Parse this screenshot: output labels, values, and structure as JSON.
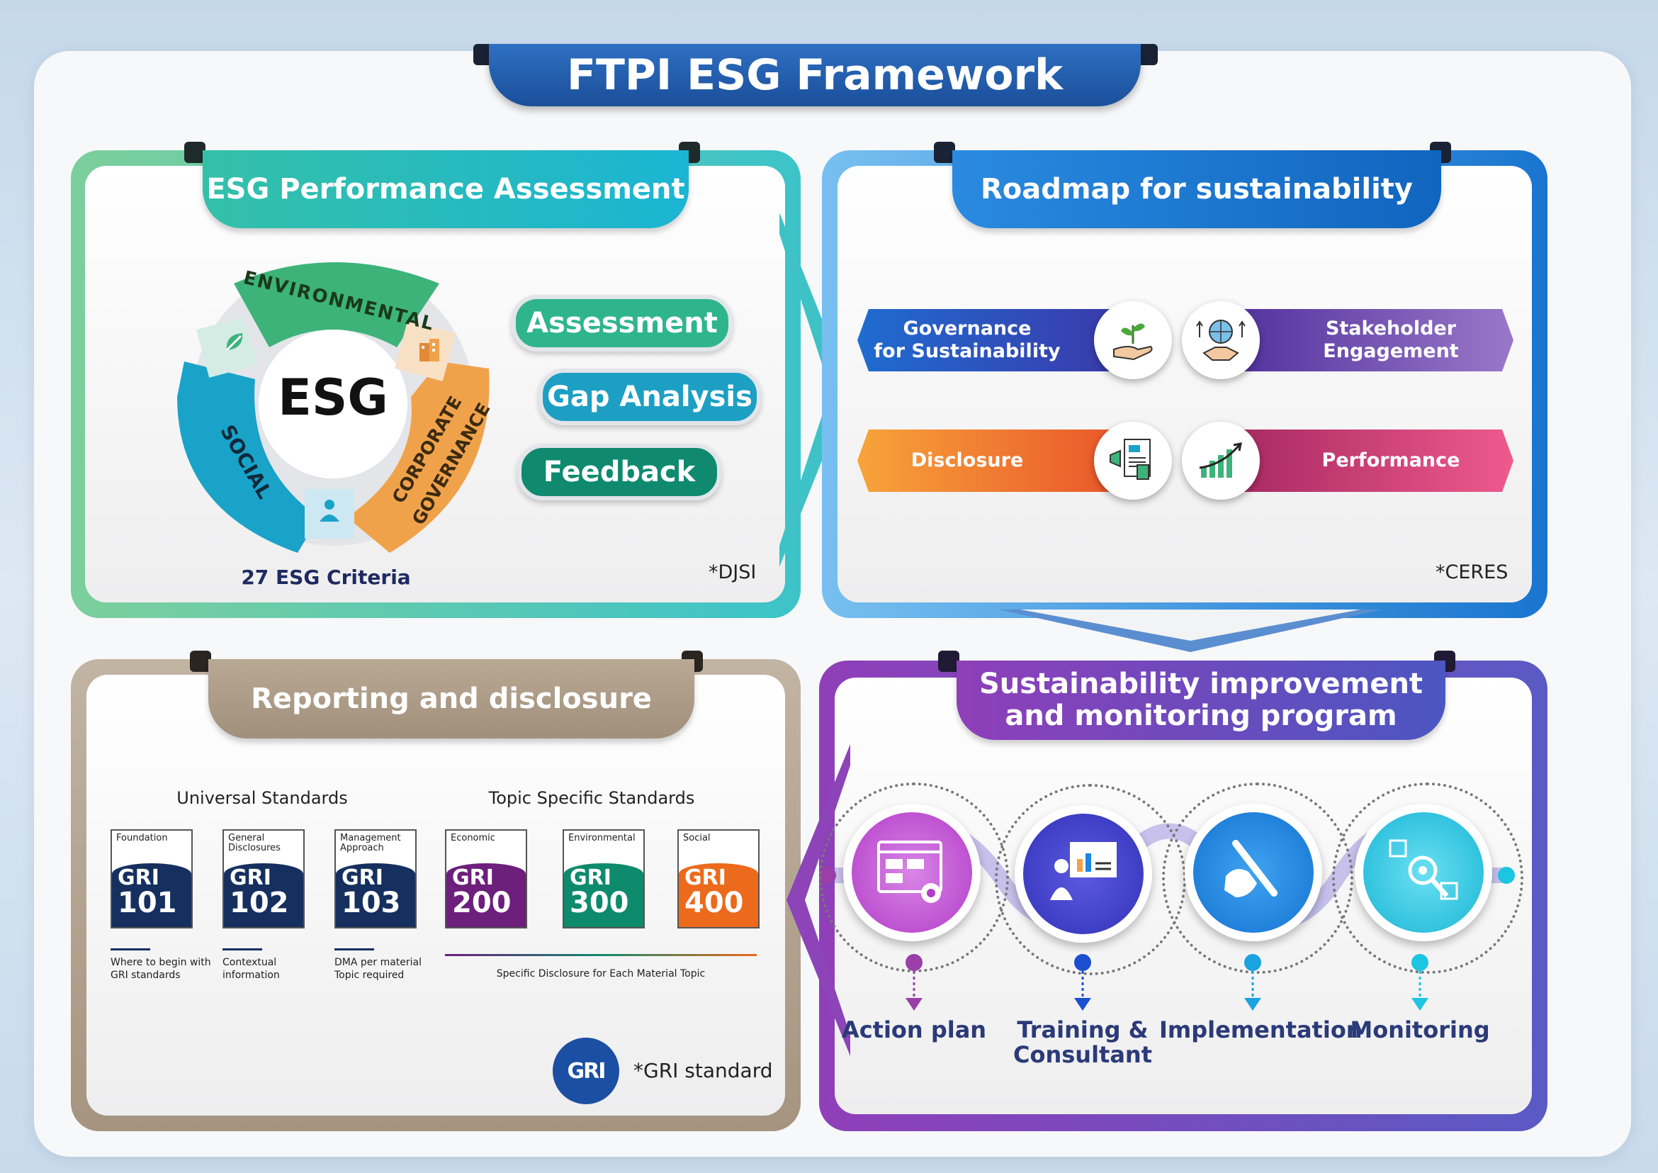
{
  "title": "FTPI ESG Framework",
  "assessment": {
    "title": "ESG Performance Assessment",
    "center_label": "ESG",
    "segments": [
      "ENVIRONMENTAL",
      "CORPORATE",
      "GOVERNANCE",
      "SOCIAL"
    ],
    "criteria_label": "27 ESG Criteria",
    "pills": [
      "Assessment",
      "Gap Analysis",
      "Feedback"
    ],
    "note": "*DJSI",
    "colors": {
      "environmental": "#3db37a",
      "governance": "#f0a24b",
      "social": "#1aa3c9",
      "assessment": "#2fb58c",
      "gap": "#1d9fc4",
      "feedback": "#0f8a6f"
    }
  },
  "roadmap": {
    "title": "Roadmap for sustainability",
    "items": [
      {
        "label_line1": "Governance",
        "label_line2": "for Sustainability",
        "icon": "plant-in-hand-icon"
      },
      {
        "label_line1": "Stakeholder Engagement",
        "label_line2": "",
        "icon": "globe-handshake-icon"
      },
      {
        "label_line1": "Disclosure",
        "label_line2": "",
        "icon": "report-megaphone-icon"
      },
      {
        "label_line1": "Performance",
        "label_line2": "",
        "icon": "growth-chart-icon"
      }
    ],
    "note": "*CERES"
  },
  "reporting": {
    "title": "Reporting and disclosure",
    "universal_label": "Universal Standards",
    "topic_label": "Topic Specific Standards",
    "cards": [
      {
        "caption": "Foundation",
        "word": "GRI",
        "number": "101",
        "color": "#15305f"
      },
      {
        "caption": "General Disclosures",
        "word": "GRI",
        "number": "102",
        "color": "#15305f"
      },
      {
        "caption": "Management Approach",
        "word": "GRI",
        "number": "103",
        "color": "#15305f"
      },
      {
        "caption": "Economic",
        "word": "GRI",
        "number": "200",
        "color": "#6d1f7c"
      },
      {
        "caption": "Environmental",
        "word": "GRI",
        "number": "300",
        "color": "#0e8a6d"
      },
      {
        "caption": "Social",
        "word": "GRI",
        "number": "400",
        "color": "#ec6a1b"
      }
    ],
    "card_notes": [
      "Where to begin with GRI standards",
      "Contextual information",
      "DMA per material Topic required"
    ],
    "topic_note": "Specific Disclosure for Each Material Topic",
    "logo_text": "GRI",
    "note": "*GRI standard"
  },
  "improvement": {
    "title_line1": "Sustainability improvement",
    "title_line2": "and monitoring program",
    "steps": [
      {
        "label_line1": "Action plan",
        "label_line2": "",
        "icon": "browser-gear-icon",
        "color": "#c04fd0"
      },
      {
        "label_line1": "Training &",
        "label_line2": "Consultant",
        "icon": "presenter-board-icon",
        "color": "#3c3fc9"
      },
      {
        "label_line1": "Implementation",
        "label_line2": "",
        "icon": "hand-pen-icon",
        "color": "#1d86e0"
      },
      {
        "label_line1": "Monitoring",
        "label_line2": "",
        "icon": "magnifier-target-icon",
        "color": "#1cc5e2"
      }
    ]
  }
}
